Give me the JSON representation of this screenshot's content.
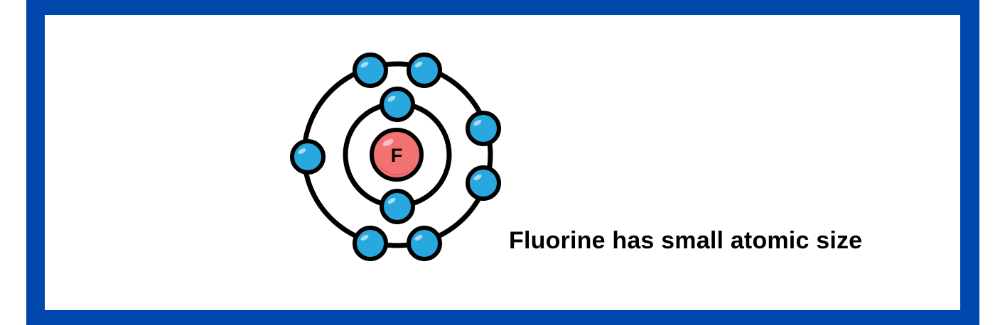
{
  "caption": "Fluorine has small atomic size",
  "atom": {
    "symbol": "F",
    "nucleus_icon": "nucleus-circle",
    "electron_icon": "electron-circle",
    "inner_shell_electrons": 2,
    "outer_shell_electrons": 7
  },
  "colors": {
    "frame": "#0047ab",
    "nucleus": "#f27171",
    "electron": "#29a8e0",
    "outline": "#000000"
  }
}
